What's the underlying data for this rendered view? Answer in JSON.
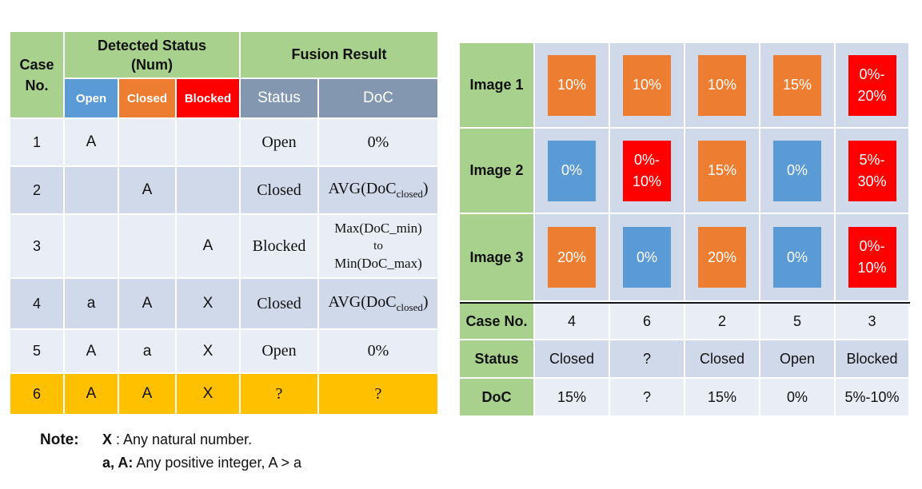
{
  "left_table": {
    "header": {
      "case_no": "Case No.",
      "detected_status": "Detected Status (Num)",
      "fusion_result": "Fusion Result",
      "sub_open": "Open",
      "sub_closed": "Closed",
      "sub_blocked": "Blocked",
      "sub_status": "Status",
      "sub_doc": "DoC"
    },
    "rows": [
      {
        "case": "1",
        "open": "A",
        "closed": "",
        "blocked": "",
        "status": "Open",
        "doc": "0%"
      },
      {
        "case": "2",
        "open": "",
        "closed": "A",
        "blocked": "",
        "status": "Closed",
        "doc_main": "AVG(DoC",
        "doc_sub": "closed",
        "doc_end": ")"
      },
      {
        "case": "3",
        "open": "",
        "closed": "",
        "blocked": "A",
        "status": "Blocked",
        "doc_l1": "Max(DoC_min)",
        "doc_l2": "to",
        "doc_l3": "Min(DoC_max)"
      },
      {
        "case": "4",
        "open": "a",
        "closed": "A",
        "blocked": "X",
        "status": "Closed",
        "doc_main": "AVG(DoC",
        "doc_sub": "closed",
        "doc_end": ")"
      },
      {
        "case": "5",
        "open": "A",
        "closed": "a",
        "blocked": "X",
        "status": "Open",
        "doc": "0%"
      },
      {
        "case": "6",
        "open": "A",
        "closed": "A",
        "blocked": "X",
        "status": "?",
        "doc": "?"
      }
    ]
  },
  "note": {
    "label": "Note:",
    "line1_key": "X",
    "line1_text": " : Any natural number.",
    "line2_key": "a, A:",
    "line2_text": " Any positive integer, A > a"
  },
  "right_grid": {
    "image_rows": [
      {
        "label": "Image 1",
        "cells": [
          {
            "text": "10%",
            "color": "#ed7d31"
          },
          {
            "text": "10%",
            "color": "#ed7d31"
          },
          {
            "text": "10%",
            "color": "#ed7d31"
          },
          {
            "text": "15%",
            "color": "#ed7d31"
          },
          {
            "text": "0%- 20%",
            "color": "#ff0000"
          }
        ]
      },
      {
        "label": "Image 2",
        "cells": [
          {
            "text": "0%",
            "color": "#5b9bd5"
          },
          {
            "text": "0%- 10%",
            "color": "#ff0000"
          },
          {
            "text": "15%",
            "color": "#ed7d31"
          },
          {
            "text": "0%",
            "color": "#5b9bd5"
          },
          {
            "text": "5%- 30%",
            "color": "#ff0000"
          }
        ]
      },
      {
        "label": "Image 3",
        "cells": [
          {
            "text": "20%",
            "color": "#ed7d31"
          },
          {
            "text": "0%",
            "color": "#5b9bd5"
          },
          {
            "text": "20%",
            "color": "#ed7d31"
          },
          {
            "text": "0%",
            "color": "#5b9bd5"
          },
          {
            "text": "0%- 10%",
            "color": "#ff0000"
          }
        ]
      }
    ],
    "case_row": {
      "label": "Case No.",
      "values": [
        "4",
        "6",
        "2",
        "5",
        "3"
      ]
    },
    "status_row": {
      "label": "Status",
      "values": [
        "Closed",
        "?",
        "Closed",
        "Open",
        "Blocked"
      ]
    },
    "doc_row": {
      "label": "DoC",
      "values": [
        "15%",
        "?",
        "15%",
        "0%",
        "5%-10%"
      ]
    }
  },
  "colors": {
    "open": "#5b9bd5",
    "closed": "#ed7d31",
    "blocked": "#ff0000",
    "header_green": "#a9d18e",
    "highlight_gold": "#ffc000"
  }
}
